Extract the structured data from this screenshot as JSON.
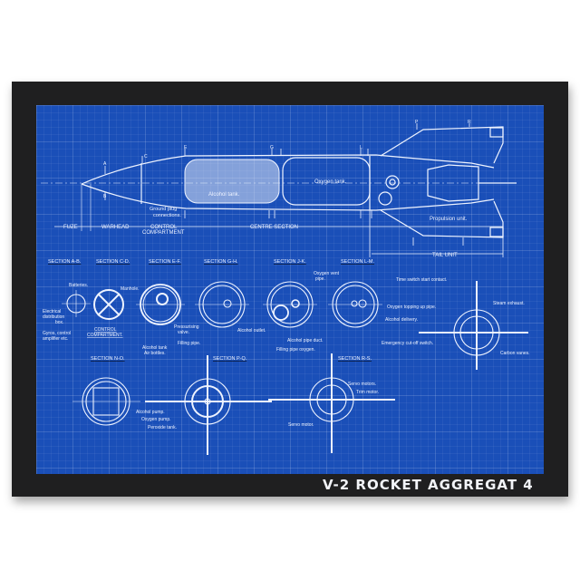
{
  "poster": {
    "title": "V-2 ROCKET AGGREGAT 4",
    "colors": {
      "frame": "#1f1f20",
      "blueprint": "#1a4fb8",
      "lines": "#eef3ff"
    }
  },
  "side_view": {
    "section_markers": [
      "A",
      "B",
      "C",
      "D",
      "E",
      "F",
      "G",
      "H",
      "J",
      "K",
      "L",
      "M",
      "N",
      "O",
      "P",
      "Q",
      "R",
      "S"
    ],
    "labels": {
      "alcohol_tank": "Alcohol tank.",
      "oxygen_tank": "Oxygen tank.",
      "propulsion_unit": "Propulsion unit.",
      "ground_plug": "Ground plug",
      "ground_plug_2": "connections."
    },
    "dimensions": {
      "fuze": "FUZE",
      "warhead": "WARHEAD",
      "control": "CONTROL",
      "compartment": "COMPARTMENT",
      "centre_section": "CENTRE SECTION",
      "tail_unit": "TAIL UNIT"
    }
  },
  "sections": {
    "ab": {
      "title": "SECTION A-B.",
      "labels": [
        "Electrical",
        "distribution",
        "box."
      ]
    },
    "cd": {
      "title": "SECTION C-D.",
      "labels": [
        "Batteries.",
        "Gyros, control",
        "amplifier etc.",
        "CONTROL",
        "COMPARTMENT.",
        "Alcohol tank",
        "Air bottles."
      ]
    },
    "ef": {
      "title": "SECTION E-F.",
      "labels": [
        "Manhole.",
        "Pressurising",
        "valve.",
        "Filling pipe."
      ]
    },
    "gh": {
      "title": "SECTION G-H.",
      "labels": [
        "Alcohol outlet."
      ]
    },
    "jk": {
      "title": "SECTION J-K.",
      "labels": [
        "Alcohol pipe duct.",
        "Filling pipe oxygen."
      ]
    },
    "lm": {
      "title": "SECTION L-M.",
      "labels": [
        "Oxygen vent",
        "pipe.",
        "Oxygen topping up pipe.",
        "Alcohol delivery.",
        "Emergency cut-off switch."
      ]
    },
    "tail": {
      "labels": [
        "Time switch start contact.",
        "Steam exhaust.",
        "Carbon vanes."
      ]
    },
    "no": {
      "title": "SECTION N-O.",
      "labels": [
        "Alcohol pump.",
        "Oxygen pump.",
        "Peroxide tank."
      ]
    },
    "pq": {
      "title": "SECTION P-Q."
    },
    "rs": {
      "title": "SECTION R-S.",
      "labels": [
        "Servo motors.",
        "Trim motor.",
        "Servo motor."
      ]
    }
  }
}
